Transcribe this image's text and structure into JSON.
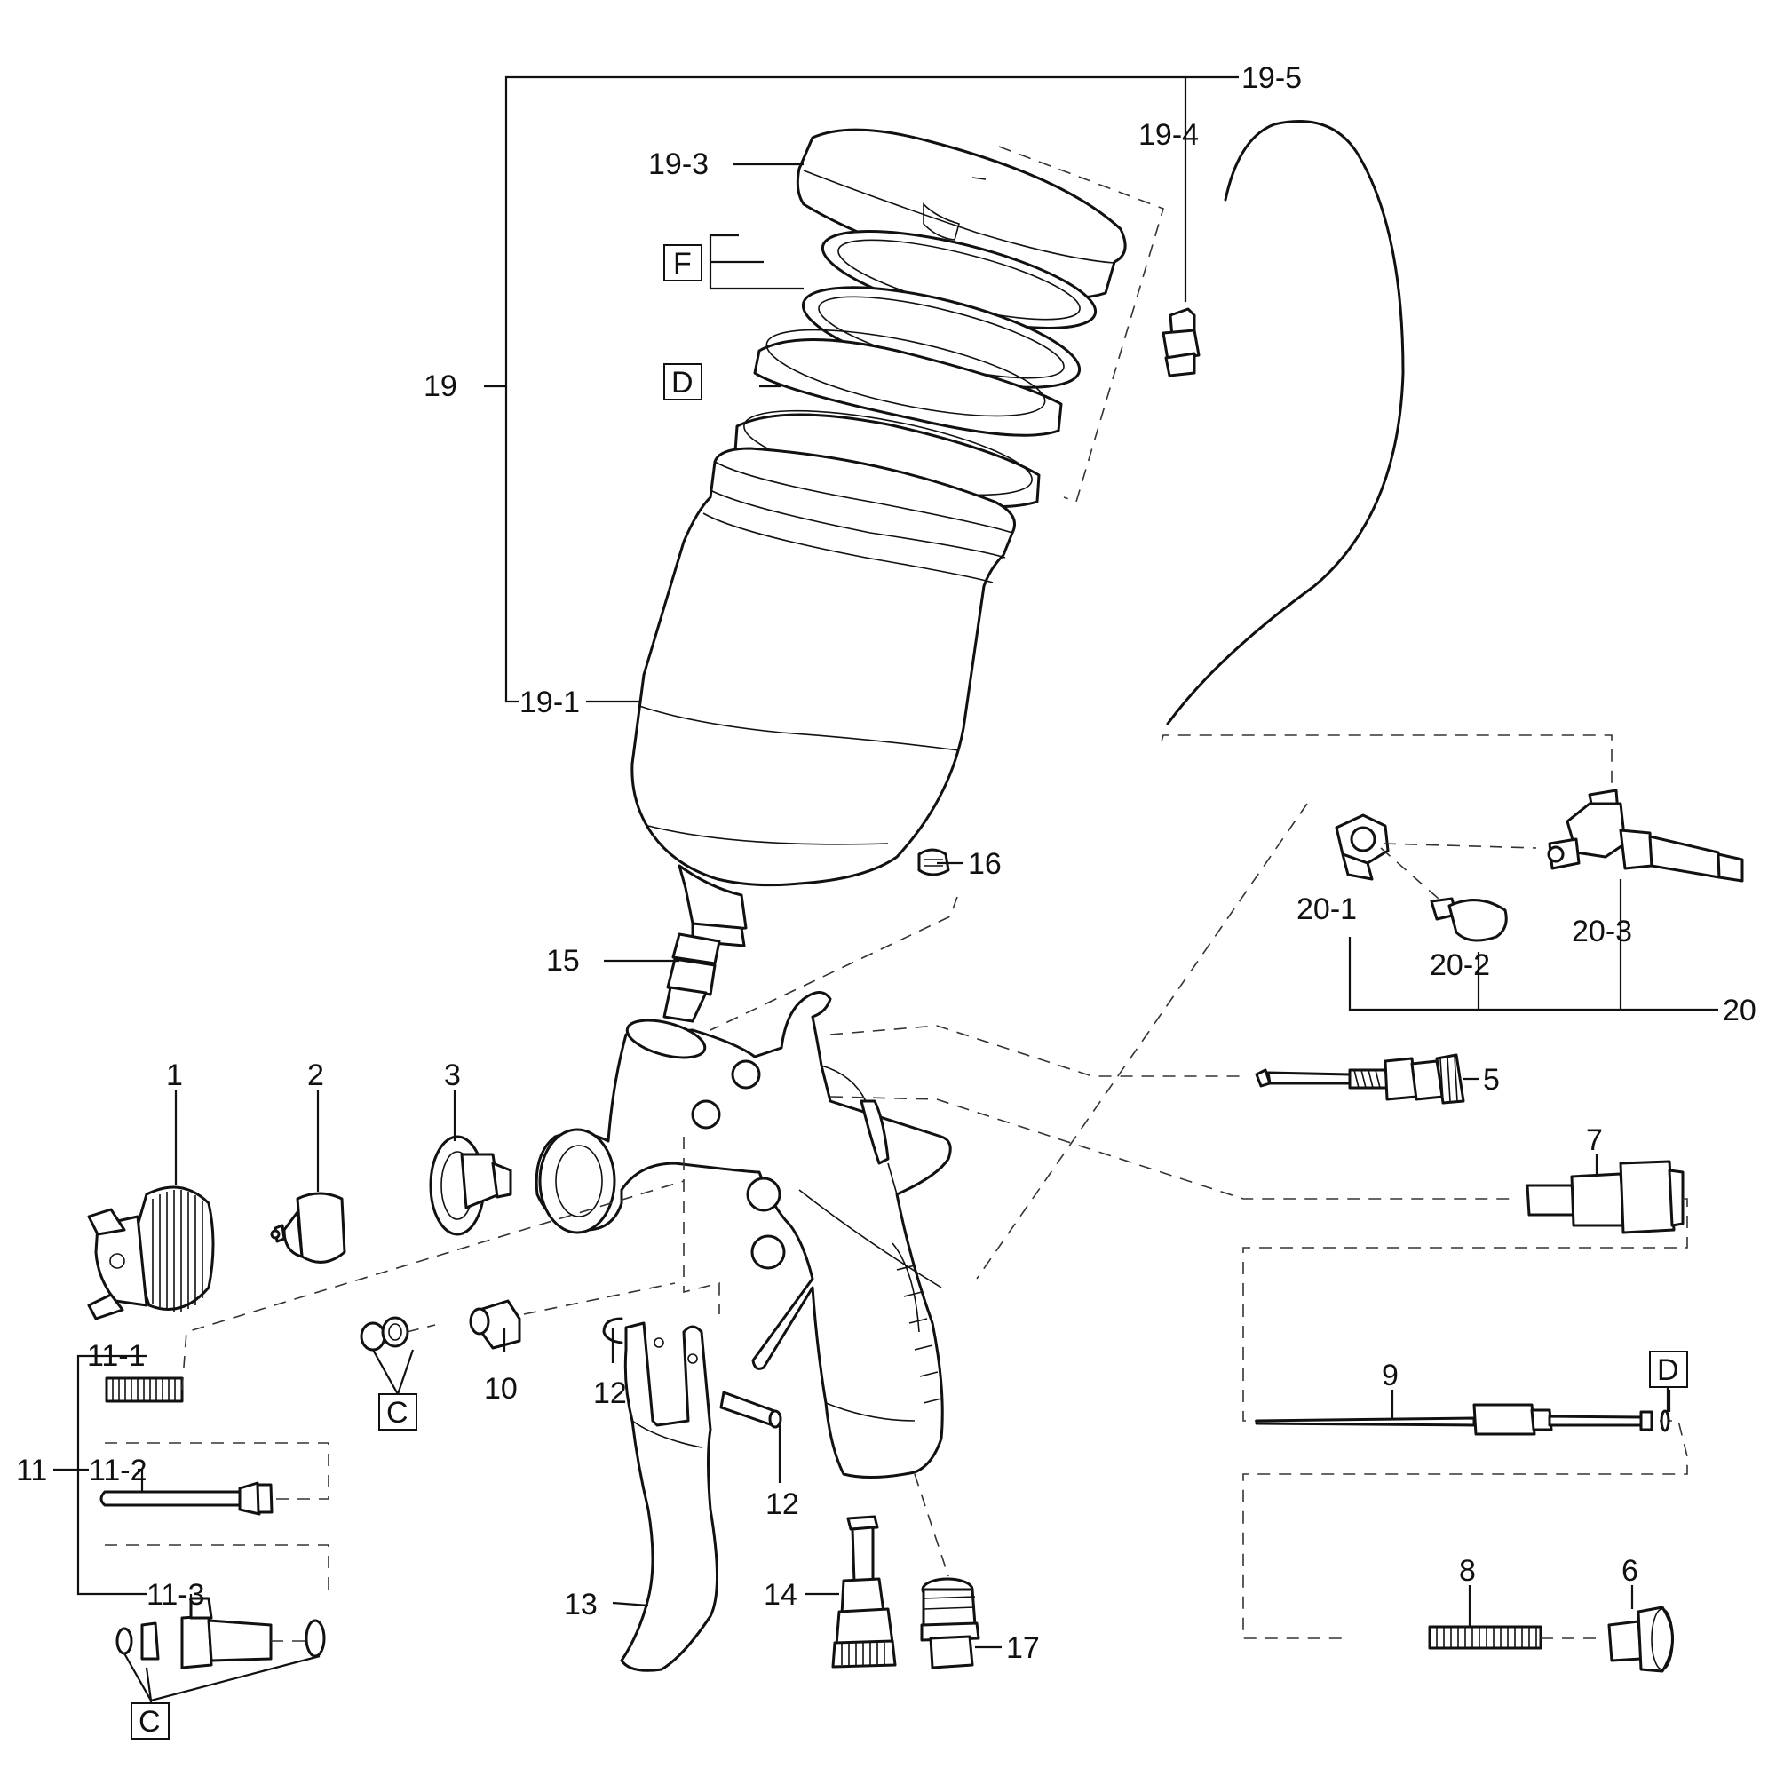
{
  "callouts": {
    "c19_5": "19-5",
    "c19_4": "19-4",
    "c19_3": "19-3",
    "c19": "19",
    "c19_1": "19-1",
    "c16": "16",
    "c15": "15",
    "c20_1": "20-1",
    "c20_2": "20-2",
    "c20_3": "20-3",
    "c20": "20",
    "c1": "1",
    "c2": "2",
    "c3": "3",
    "c5": "5",
    "c7": "7",
    "c9": "9",
    "c8": "8",
    "c6": "6",
    "c10": "10",
    "c11": "11",
    "c11_1": "11-1",
    "c11_2": "11-2",
    "c11_3": "11-3",
    "c12a": "12",
    "c12b": "12",
    "c13": "13",
    "c14": "14",
    "c17": "17"
  },
  "boxed": {
    "f": "F",
    "d_top": "D",
    "d_right": "D",
    "c_mid": "C",
    "c_bottom": "C"
  }
}
